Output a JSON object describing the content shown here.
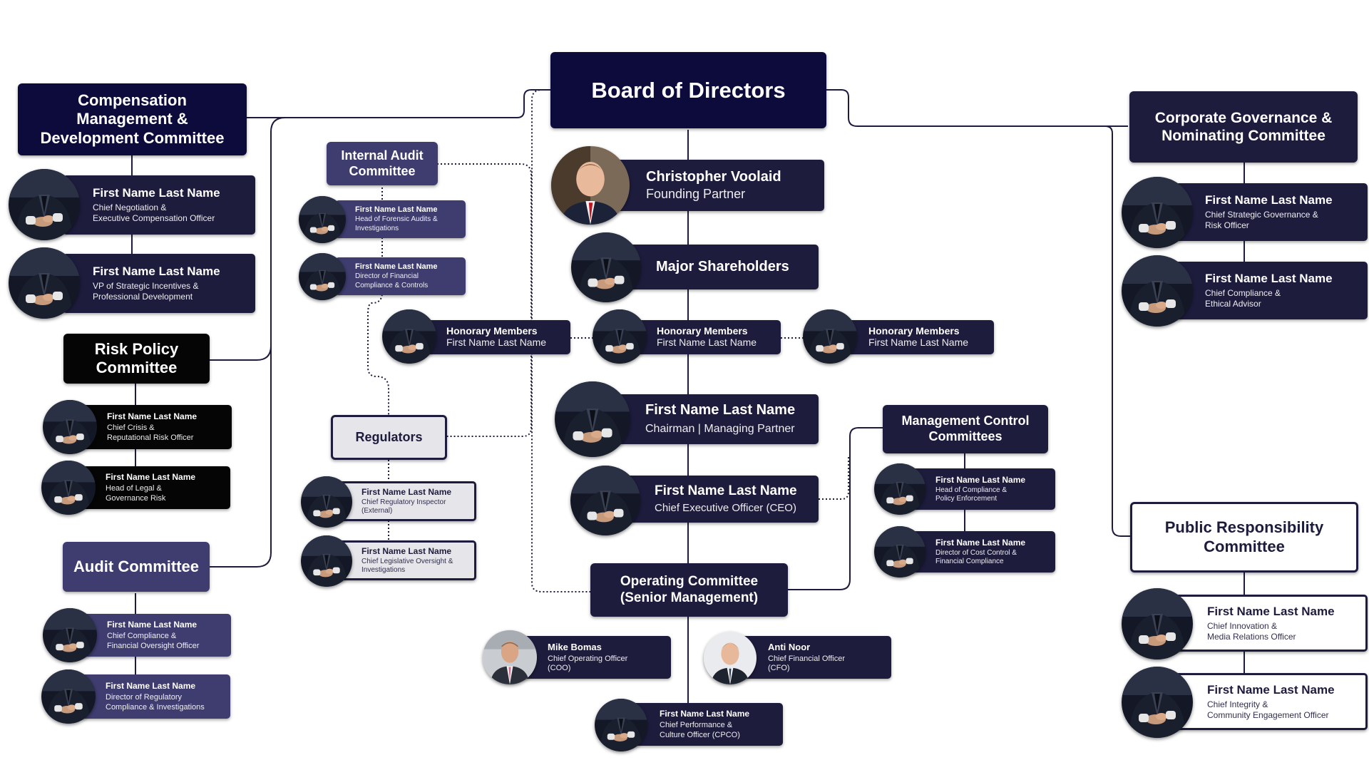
{
  "colors": {
    "navy": "#0d0b3b",
    "dark": "#1e1c3d",
    "black": "#050505",
    "purple": "#3f3c70",
    "light": "#e6e6ea",
    "line": "#1e1c3d"
  },
  "board": {
    "title": "Board of Directors"
  },
  "founder": {
    "name": "Christopher Voolaid",
    "role": "Founding Partner"
  },
  "shareholders": {
    "title": "Major Shareholders"
  },
  "honorary": [
    {
      "title": "Honorary Members",
      "name": "First Name Last Name"
    },
    {
      "title": "Honorary Members",
      "name": "First Name Last Name"
    },
    {
      "title": "Honorary Members",
      "name": "First Name Last Name"
    }
  ],
  "chairman": {
    "name": "First Name Last Name",
    "role": "Chairman | Managing Partner"
  },
  "ceo": {
    "name": "First Name Last Name",
    "role": "Chief Executive Officer (CEO)"
  },
  "operating": {
    "title": "Operating Committee\n(Senior Management)"
  },
  "coo": {
    "name": "Mike Bomas",
    "role": "Chief Operating Officer\n(COO)"
  },
  "cfo": {
    "name": "Anti Noor",
    "role": "Chief Financial Officer\n(CFO)"
  },
  "cpco": {
    "name": "First Name Last Name",
    "role": "Chief Performance &\nCulture Officer (CPCO)"
  },
  "compensation": {
    "title": "Compensation\nManagement &\nDevelopment Committee",
    "members": [
      {
        "name": "First Name Last Name",
        "role": "Chief Negotiation &\nExecutive Compensation Officer"
      },
      {
        "name": "First Name Last Name",
        "role": "VP of Strategic Incentives &\nProfessional Development"
      }
    ]
  },
  "risk": {
    "title": "Risk Policy\nCommittee",
    "members": [
      {
        "name": "First Name Last Name",
        "role": "Chief Crisis &\nReputational Risk Officer"
      },
      {
        "name": "First Name Last Name",
        "role": "Head of Legal &\nGovernance Risk"
      }
    ]
  },
  "audit": {
    "title": "Audit Committee",
    "members": [
      {
        "name": "First Name Last Name",
        "role": "Chief Compliance &\nFinancial Oversight Officer"
      },
      {
        "name": "First Name Last Name",
        "role": "Director of Regulatory\nCompliance & Investigations"
      }
    ]
  },
  "internal_audit": {
    "title": "Internal Audit\nCommittee",
    "members": [
      {
        "name": "First Name Last Name",
        "role": "Head of Forensic Audits &\nInvestigations"
      },
      {
        "name": "First Name Last Name",
        "role": "Director of Financial\nCompliance & Controls"
      }
    ]
  },
  "regulators": {
    "title": "Regulators",
    "members": [
      {
        "name": "First Name Last Name",
        "role": "Chief Regulatory Inspector\n(External)"
      },
      {
        "name": "First Name Last Name",
        "role": "Chief Legislative Oversight &\nInvestigations"
      }
    ]
  },
  "management_control": {
    "title": "Management Control\nCommittees",
    "members": [
      {
        "name": "First Name Last Name",
        "role": "Head of Compliance &\nPolicy Enforcement"
      },
      {
        "name": "First Name Last Name",
        "role": "Director of Cost Control &\nFinancial Compliance"
      }
    ]
  },
  "corporate_governance": {
    "title": "Corporate Governance &\nNominating Committee",
    "members": [
      {
        "name": "First Name Last Name",
        "role": "Chief Strategic Governance &\nRisk Officer"
      },
      {
        "name": "First Name Last Name",
        "role": "Chief Compliance &\nEthical Advisor"
      }
    ]
  },
  "public_responsibility": {
    "title": "Public Responsibility\nCommittee",
    "members": [
      {
        "name": "First Name Last Name",
        "role": "Chief Innovation &\nMedia Relations Officer"
      },
      {
        "name": "First Name Last Name",
        "role": "Chief Integrity &\nCommunity Engagement Officer"
      }
    ]
  }
}
